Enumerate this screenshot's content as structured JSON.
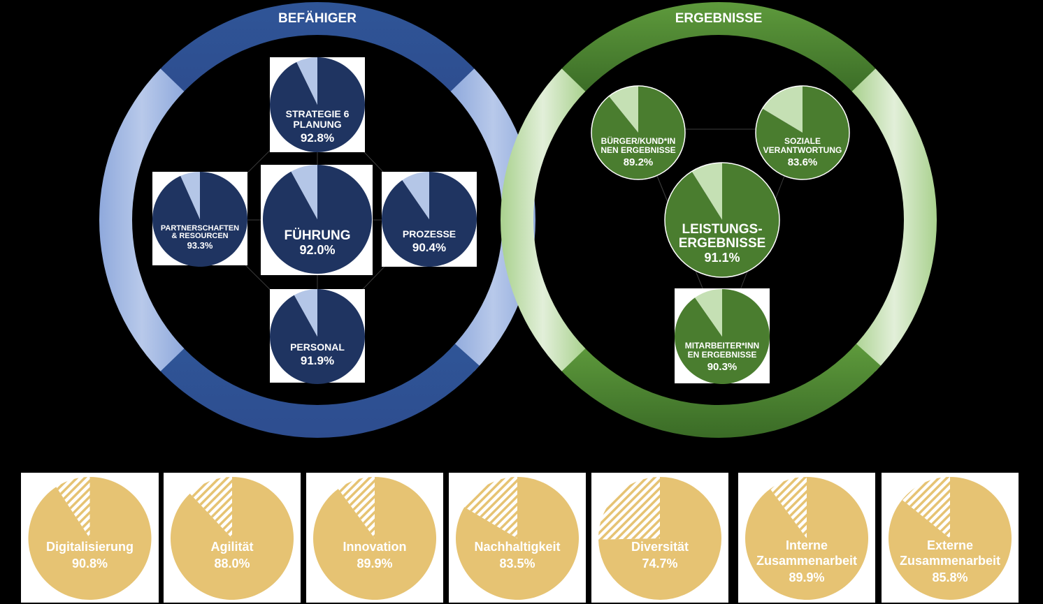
{
  "enablers": {
    "title": "BEFÄHIGER",
    "colors": {
      "ring_dark": "#2f4f94",
      "ring_light": "#a9bfe6",
      "pie": "#1f3461",
      "slice": "#b4c6e7"
    },
    "items": [
      {
        "key": "strategie",
        "label_lines": [
          "STRATEGIE 6",
          "PLANUNG"
        ],
        "value_text": "92.8%",
        "value": 92.8
      },
      {
        "key": "fuehrung",
        "label_lines": [
          "FÜHRUNG"
        ],
        "value_text": "92.0%",
        "value": 92.0
      },
      {
        "key": "partnerschaften",
        "label_lines": [
          "PARTNERSCHAFTEN",
          "& RESOURCEN"
        ],
        "value_text": "93.3%",
        "value": 93.3
      },
      {
        "key": "prozesse",
        "label_lines": [
          "PROZESSE"
        ],
        "value_text": "90.4%",
        "value": 90.4
      },
      {
        "key": "personal",
        "label_lines": [
          "PERSONAL"
        ],
        "value_text": "91.9%",
        "value": 91.9
      }
    ]
  },
  "results": {
    "title": "ERGEBNISSE",
    "colors": {
      "ring_dark": "#3f7a2a",
      "ring_light": "#c5e0b4",
      "pie": "#4a7d2f",
      "slice": "#c5e0b4"
    },
    "items": [
      {
        "key": "buerger",
        "label_lines": [
          "BÜRGER/KUND*IN",
          "NEN ERGEBNISSE"
        ],
        "value_text": "89.2%",
        "value": 89.2
      },
      {
        "key": "soziale",
        "label_lines": [
          "SOZIALE",
          "VERANTWORTUNG"
        ],
        "value_text": "83.6%",
        "value": 83.6
      },
      {
        "key": "leistung",
        "label_lines": [
          "LEISTUNGS-",
          "ERGEBNISSE"
        ],
        "value_text": "91.1%",
        "value": 91.1
      },
      {
        "key": "mitarbeiter",
        "label_lines": [
          "MITARBEITER*INN",
          "EN ERGEBNISSE"
        ],
        "value_text": "90.3%",
        "value": 90.3
      }
    ]
  },
  "dimensions": {
    "colors": {
      "pie": "#e6c373",
      "hatch": "#e6c373"
    },
    "items": [
      {
        "key": "digitalisierung",
        "label_lines": [
          "Digitalisierung"
        ],
        "value_text": "90.8%",
        "value": 90.8
      },
      {
        "key": "agilitaet",
        "label_lines": [
          "Agilität"
        ],
        "value_text": "88.0%",
        "value": 88.0
      },
      {
        "key": "innovation",
        "label_lines": [
          "Innovation"
        ],
        "value_text": "89.9%",
        "value": 89.9
      },
      {
        "key": "nachhaltigkeit",
        "label_lines": [
          "Nachhaltigkeit"
        ],
        "value_text": "83.5%",
        "value": 83.5
      },
      {
        "key": "diversitaet",
        "label_lines": [
          "Diversität"
        ],
        "value_text": "74.7%",
        "value": 74.7
      },
      {
        "key": "interne",
        "label_lines": [
          "Interne",
          "Zusammenarbeit"
        ],
        "value_text": "89.9%",
        "value": 89.9
      },
      {
        "key": "externe",
        "label_lines": [
          "Externe",
          "Zusammenarbeit"
        ],
        "value_text": "85.8%",
        "value": 85.8
      }
    ]
  }
}
